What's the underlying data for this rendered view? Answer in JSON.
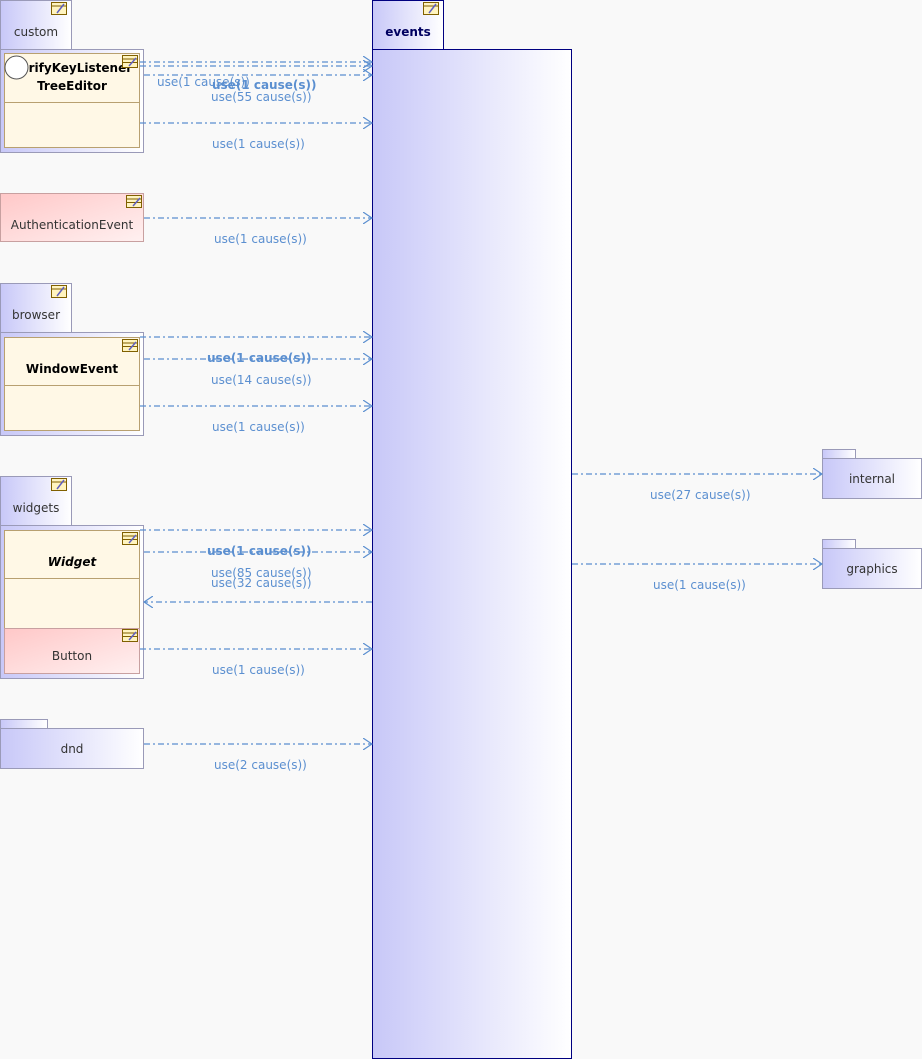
{
  "packages": {
    "custom": "custom",
    "events": "events",
    "browser": "browser",
    "widgets": "widgets",
    "dnd": "dnd",
    "internal": "internal",
    "graphics": "graphics"
  },
  "classes": {
    "verify_key_listener": "VerifyKeyListener",
    "tree_editor": "TreeEditor",
    "authentication_event": "AuthenticationEvent",
    "window_event": "WindowEvent",
    "widget": "Widget",
    "button": "Button"
  },
  "dependency_labels": {
    "custom_1": "use(1 cause(s))",
    "custom_2": "use(1 cause(s))",
    "custom_3": "use(55 cause(s))",
    "custom_4": "use(1 cause(s))",
    "auth": "use(1 cause(s))",
    "browser_1": "use(1 cause(s))",
    "browser_2": "use(14 cause(s))",
    "browser_3": "use(1 cause(s))",
    "widgets_1": "use(1 cause(s))",
    "widgets_2": "use(85 cause(s))",
    "widgets_3": "use(32 cause(s))",
    "widgets_4": "use(1 cause(s))",
    "dnd": "use(2 cause(s))",
    "internal": "use(27 cause(s))",
    "graphics": "use(1 cause(s))"
  },
  "colors": {
    "dependency": "#5b8fd0",
    "package_border": "#9a9ab8",
    "events_border": "#000080"
  }
}
